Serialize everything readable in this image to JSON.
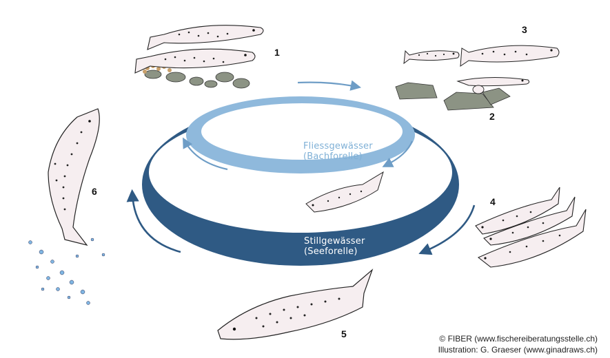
{
  "rings": {
    "lake": {
      "line1": "Stillgewässer",
      "line2": "(Seeforelle)",
      "color": "#2f5a84"
    },
    "stream": {
      "line1": "Fliessgewässer",
      "line2": "(Bachforelle)",
      "color": "#8fb9dc"
    }
  },
  "stages": [
    {
      "number": "1",
      "icon": "spawning-trout-pair-icon"
    },
    {
      "number": "2",
      "icon": "hatchling-alevin-icon"
    },
    {
      "number": "3",
      "icon": "juvenile-trout-icon"
    },
    {
      "number": "4",
      "icon": "migrating-trout-group-icon"
    },
    {
      "number": "5",
      "icon": "adult-lake-trout-icon"
    },
    {
      "number": "6",
      "icon": "leaping-trout-icon"
    }
  ],
  "credits": {
    "line1": "© FIBER (www.fischereiberatungsstelle.ch)",
    "line2": "Illustration: G. Graeser (www.ginadraws.ch)"
  },
  "colors": {
    "lake_ring": "#2f5a84",
    "stream_ring": "#8fb9dc",
    "fish_body": "#f6eef0",
    "stone": "#8c9384",
    "egg": "#c9a06a",
    "water_splash": "#7fb6e3"
  }
}
